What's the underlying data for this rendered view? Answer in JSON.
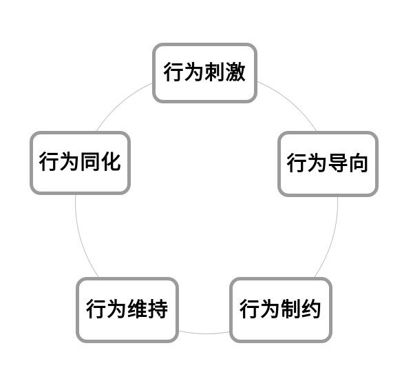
{
  "diagram": {
    "type": "cycle",
    "circle_color": "#bdbdbd",
    "node_border_color": "#9b9b9b",
    "node_fill_color": "#ffffff",
    "text_color": "#000000",
    "nodes": [
      {
        "position": "top",
        "label": "行为刺激"
      },
      {
        "position": "right",
        "label": "行为导向"
      },
      {
        "position": "bottom-right",
        "label": "行为制约"
      },
      {
        "position": "bottom-left",
        "label": "行为维持"
      },
      {
        "position": "left",
        "label": "行为同化"
      }
    ]
  }
}
